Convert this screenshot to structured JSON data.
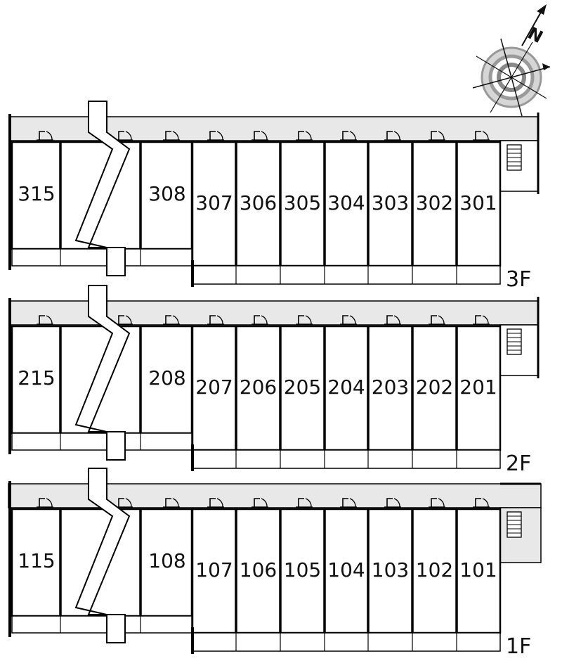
{
  "compass": {
    "north_label": "N"
  },
  "floors": [
    {
      "label": "3F",
      "left_units": [
        "315",
        "308"
      ],
      "right_units": [
        "307",
        "306",
        "305",
        "304",
        "303",
        "302",
        "301"
      ]
    },
    {
      "label": "2F",
      "left_units": [
        "215",
        "208"
      ],
      "right_units": [
        "207",
        "206",
        "205",
        "204",
        "203",
        "202",
        "201"
      ]
    },
    {
      "label": "1F",
      "left_units": [
        "115",
        "108"
      ],
      "right_units": [
        "107",
        "106",
        "105",
        "104",
        "103",
        "102",
        "101"
      ]
    }
  ],
  "colors": {
    "corridor": "#e8e8e8",
    "wall": "#000000",
    "background": "#ffffff"
  },
  "icons": {
    "door": "door-swing-icon",
    "stairs": "stairs-icon",
    "compass": "compass-icon"
  }
}
